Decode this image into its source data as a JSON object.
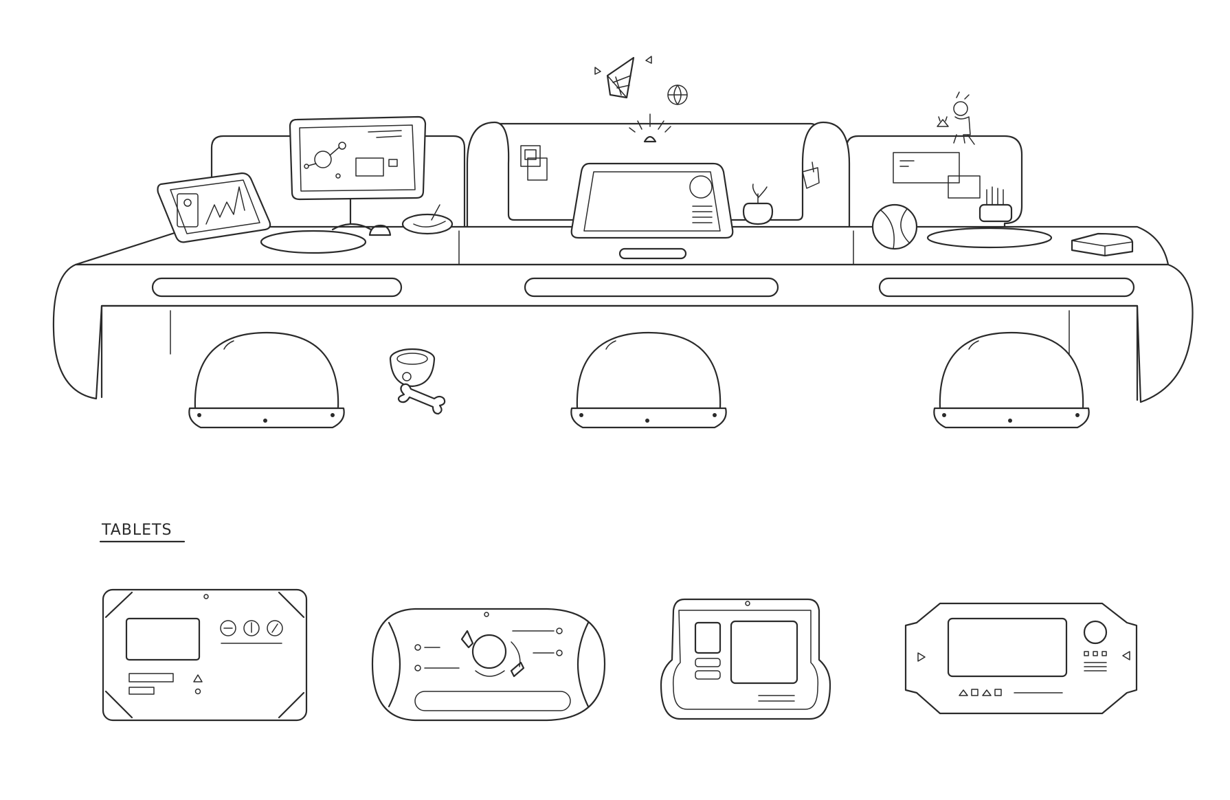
{
  "sheet": {
    "section_label": "TABLETS"
  },
  "colors": {
    "background": "#ffffff",
    "ink": "#2a2a2a"
  },
  "desk": {
    "stations": [
      "left-workstation",
      "center-workstation",
      "right-workstation"
    ],
    "seats": 3,
    "props": [
      "monitor",
      "tablet",
      "bowl",
      "pet-bowl",
      "bone",
      "plant",
      "ball",
      "figurine",
      "pencil-holder",
      "hologram-crystal",
      "hologram-globe",
      "sticky-notes"
    ]
  },
  "tablets": [
    {
      "name": "tablet-rectangular"
    },
    {
      "name": "tablet-capsule"
    },
    {
      "name": "tablet-rounded-base"
    },
    {
      "name": "tablet-octagonal"
    }
  ]
}
